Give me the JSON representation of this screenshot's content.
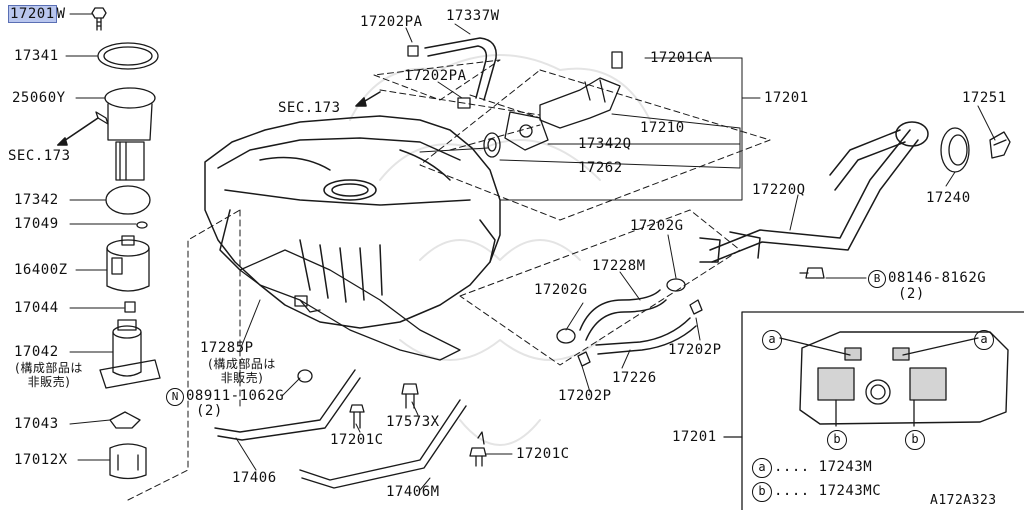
{
  "parts": {
    "p17201w_hl": "17201",
    "p17201w_suffix": "W",
    "p17341": "17341",
    "p25060y": "25060Y",
    "sec173_left": "SEC.173",
    "p17342": "17342",
    "p17049": "17049",
    "p16400z": "16400Z",
    "p17044": "17044",
    "p17042": "17042",
    "p17042_note_1": "(構成部品は",
    "p17042_note_2": "非販売)",
    "p17043": "17043",
    "p17012x": "17012X",
    "p17202pa_top": "17202PA",
    "p17337w": "17337W",
    "p17202pa_mid": "17202PA",
    "sec173_mid": "SEC.173",
    "p17201ca": "17201CA",
    "p17201_top": "17201",
    "p17210": "17210",
    "p17342q": "17342Q",
    "p17262": "17262",
    "p17251": "17251",
    "p17220q": "17220Q",
    "p17240": "17240",
    "p17202g_right": "17202G",
    "p17228m": "17228M",
    "p17202g_left": "17202G",
    "b_code": "08146-8162G",
    "b_qty": "(2)",
    "b_marker": "B",
    "p17285p": "17285P",
    "p17285p_note_1": "(構成部品は",
    "p17285p_note_2": "非販売)",
    "n_code": "08911-1062G",
    "n_qty": "(2)",
    "n_marker": "N",
    "p17202p_right": "17202P",
    "p17226": "17226",
    "p17202p_bottom": "17202P",
    "p17573x": "17573X",
    "p17201c_mid": "17201C",
    "p17201c_right": "17201C",
    "p17406": "17406",
    "p17406m": "17406M",
    "p17201_inset": "17201"
  },
  "inset": {
    "marker_a": "a",
    "marker_b": "b",
    "legend_a": ".... 17243M",
    "legend_b": ".... 17243MC"
  },
  "figure_code": "A172A323",
  "highlight_color": "#b9c6ee"
}
